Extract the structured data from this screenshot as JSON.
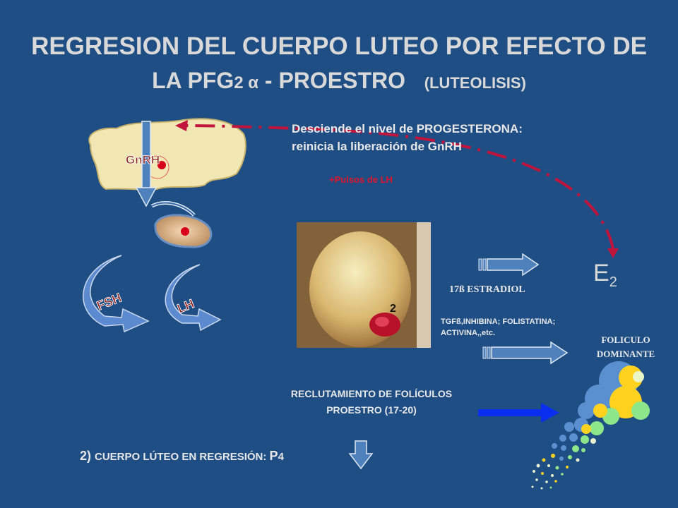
{
  "title": {
    "line1": "REGRESION DEL CUERPO LUTEO POR EFECTO DE",
    "line2_a": "LA PFG",
    "line2_sub": "2",
    "line2_alpha": " α",
    "line2_b": " - PROESTRO",
    "line2_c": "(LUTEOLISIS)"
  },
  "description": {
    "line1": "Desciende el nivel  de PROGESTERONA:",
    "line2": "reinicia la liberación de GnRH"
  },
  "pulses_label": "+Pulsos de LH",
  "gnrh_label": "GnRH",
  "fsh_label": "FSH",
  "lh_label": "LH",
  "e2_label": "E",
  "e2_sub": "2",
  "estradiol_label": "17ß ESTRADIOL",
  "factors": {
    "line1": "TGFß,INHIBINA;  FOLISTATINA;",
    "line2": "ACTIVINA,,etc."
  },
  "folicule": {
    "line1": "FOLICULO",
    "line2": "DOMINANTE"
  },
  "recruitment": {
    "line1": "RECLUTAMIENTO DE FOLÍCULOS",
    "line2": "PROESTRO (17-20)"
  },
  "corpus": {
    "prefix": "2) ",
    "text": "CUERPO LÚTEO EN REGRESIÓN: ",
    "p": "P",
    "p_sub": "4"
  },
  "photo_label": "2",
  "colors": {
    "background": "#1f4e85",
    "arrow_fill": "#4f81bd",
    "dash_red": "#c0143c",
    "follicle_yellow": "#ffd21f",
    "follicle_green": "#8ee68a",
    "follicle_blue": "#5a8fd0"
  }
}
